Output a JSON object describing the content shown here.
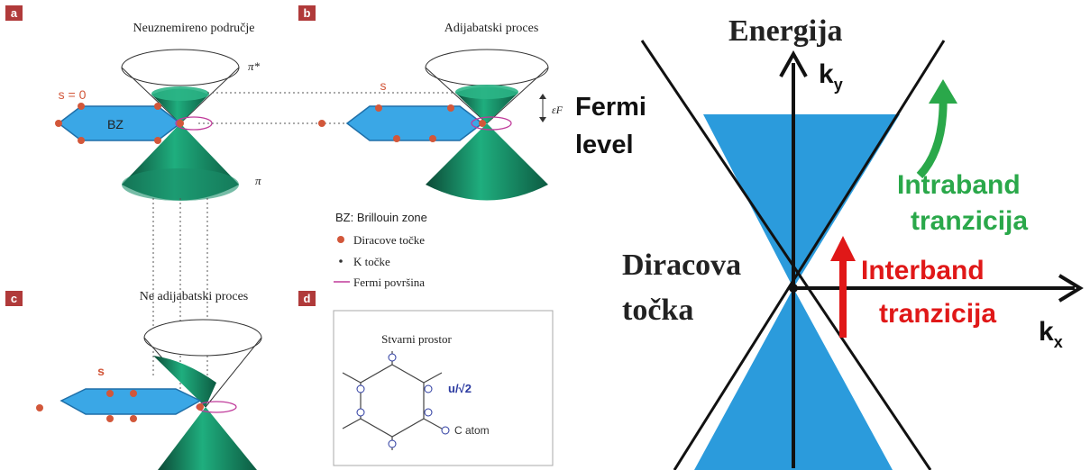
{
  "left_figure": {
    "panels": {
      "a": {
        "letter": "a",
        "title": "Neuznemireno područje",
        "s_label": "s = 0",
        "bz": "BZ",
        "pi_star": "π*",
        "pi": "π"
      },
      "b": {
        "letter": "b",
        "title": "Adijabatski proces",
        "s_label": "s",
        "ef": "εF"
      },
      "c": {
        "letter": "c",
        "title": "Ne adijabatski proces",
        "s_label": "s"
      },
      "d": {
        "letter": "d",
        "title": "Stvarni prostor",
        "u_label": "u/√2",
        "c_atom": "C atom"
      }
    },
    "legend": {
      "bz": "BZ: Brillouin zone",
      "dirac": "Diracove točke",
      "k": "K točke",
      "fermi": "Fermi površina"
    }
  },
  "right_figure": {
    "energy_axis": "Energija",
    "ky": "k",
    "ky_sub": "y",
    "kx": "k",
    "kx_sub": "x",
    "fermi_level": [
      "Fermi",
      "level"
    ],
    "dirac_point": [
      "Diracova",
      "točka"
    ],
    "intraband": [
      "Intraband",
      "tranzicija"
    ],
    "interband": [
      "Interband",
      "tranzicija"
    ]
  },
  "colors": {
    "cone_green": "#1a8f6a",
    "bz_blue": "#3aa7e6",
    "dirac_orange": "#d2573a",
    "fermi_magenta": "#c03a9a",
    "panel_letter_bg": "#b03a3a",
    "water_blue": "#2b9bdc",
    "intraband_green": "#2aa84a",
    "interband_red": "#e01818"
  }
}
